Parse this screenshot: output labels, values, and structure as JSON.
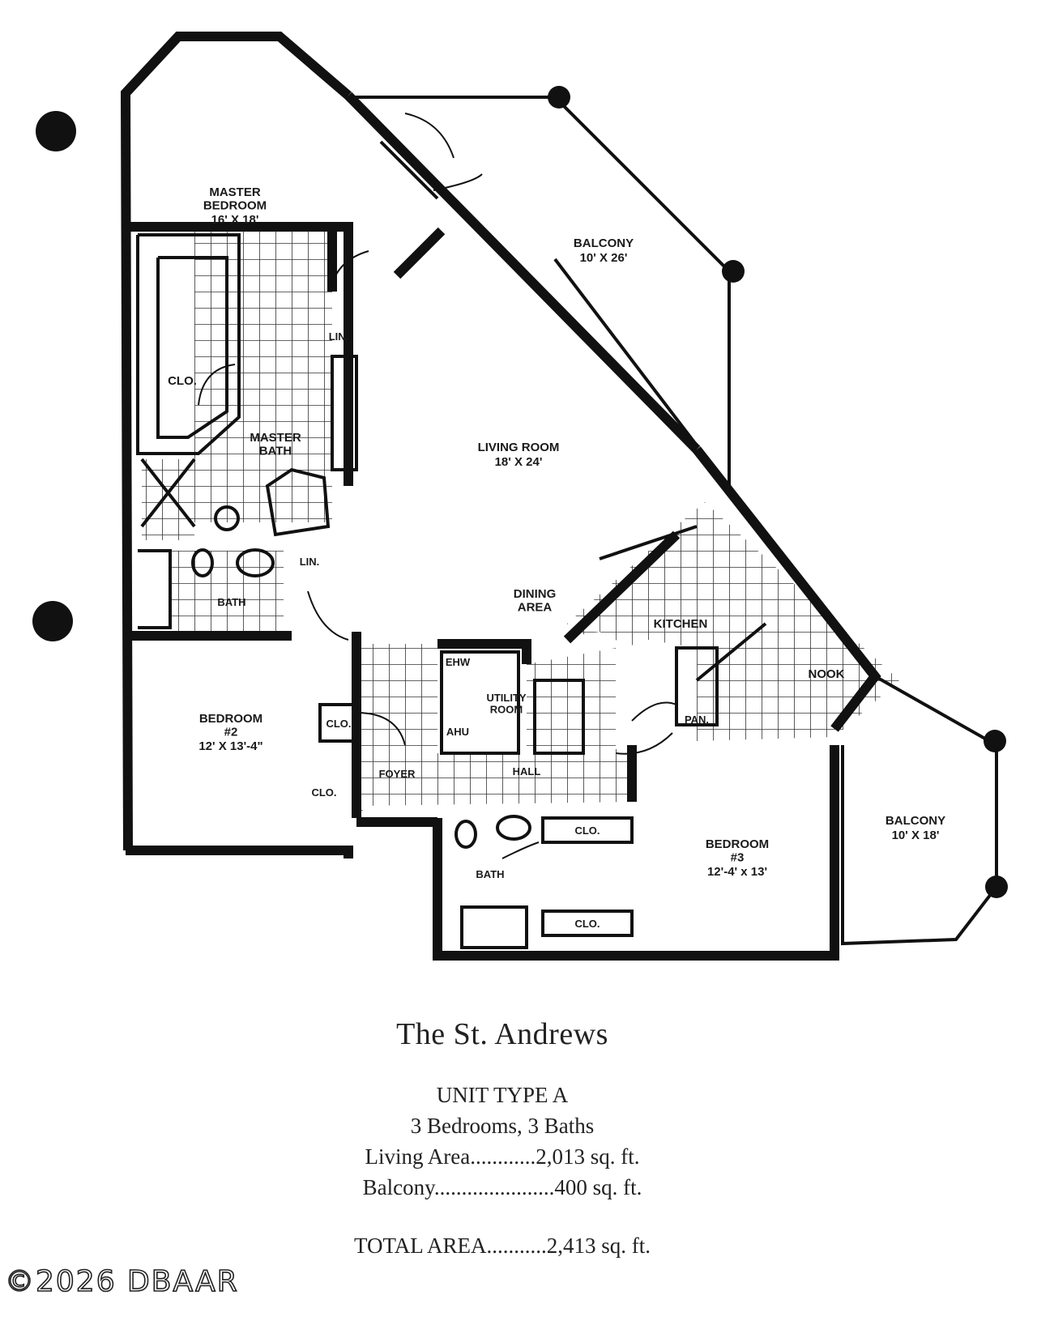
{
  "rooms": {
    "master_bedroom": {
      "name": "MASTER\nBEDROOM",
      "size": "16' X 18'"
    },
    "balcony_1": {
      "name": "BALCONY",
      "size": "10' X 26'"
    },
    "living_room": {
      "name": "LIVING ROOM",
      "size": "18' X 24'"
    },
    "dining": {
      "name": "DINING\nAREA"
    },
    "kitchen": {
      "name": "KITCHEN"
    },
    "nook": {
      "name": "NOOK"
    },
    "master_bath": {
      "name": "MASTER\nBATH"
    },
    "bath_2": {
      "name": "BATH"
    },
    "bath_3": {
      "name": "BATH"
    },
    "bedroom_2": {
      "name": "BEDROOM\n#2",
      "size": "12' X 13'-4\""
    },
    "bedroom_3": {
      "name": "BEDROOM\n#3",
      "size": "12'-4' x 13'"
    },
    "balcony_2": {
      "name": "BALCONY",
      "size": "10' X 18'"
    },
    "utility": {
      "name": "UTILITY\nROOM"
    },
    "foyer": {
      "name": "FOYER"
    },
    "hall": {
      "name": "HALL"
    },
    "pan": {
      "name": "PAN."
    },
    "ehw": {
      "name": "EHW"
    },
    "ahu": {
      "name": "AHU"
    },
    "lin": "LIN.",
    "clo": "CLO."
  },
  "title": "The St. Andrews",
  "unit_type": "UNIT TYPE A",
  "bedrooms_baths": "3 Bedrooms, 3 Baths",
  "living_area": "Living Area............2,013 sq. ft.",
  "balcony_area": "Balcony......................400 sq. ft.",
  "total_area": "TOTAL AREA...........2,413 sq. ft.",
  "watermark": "©2026 DBAAR"
}
